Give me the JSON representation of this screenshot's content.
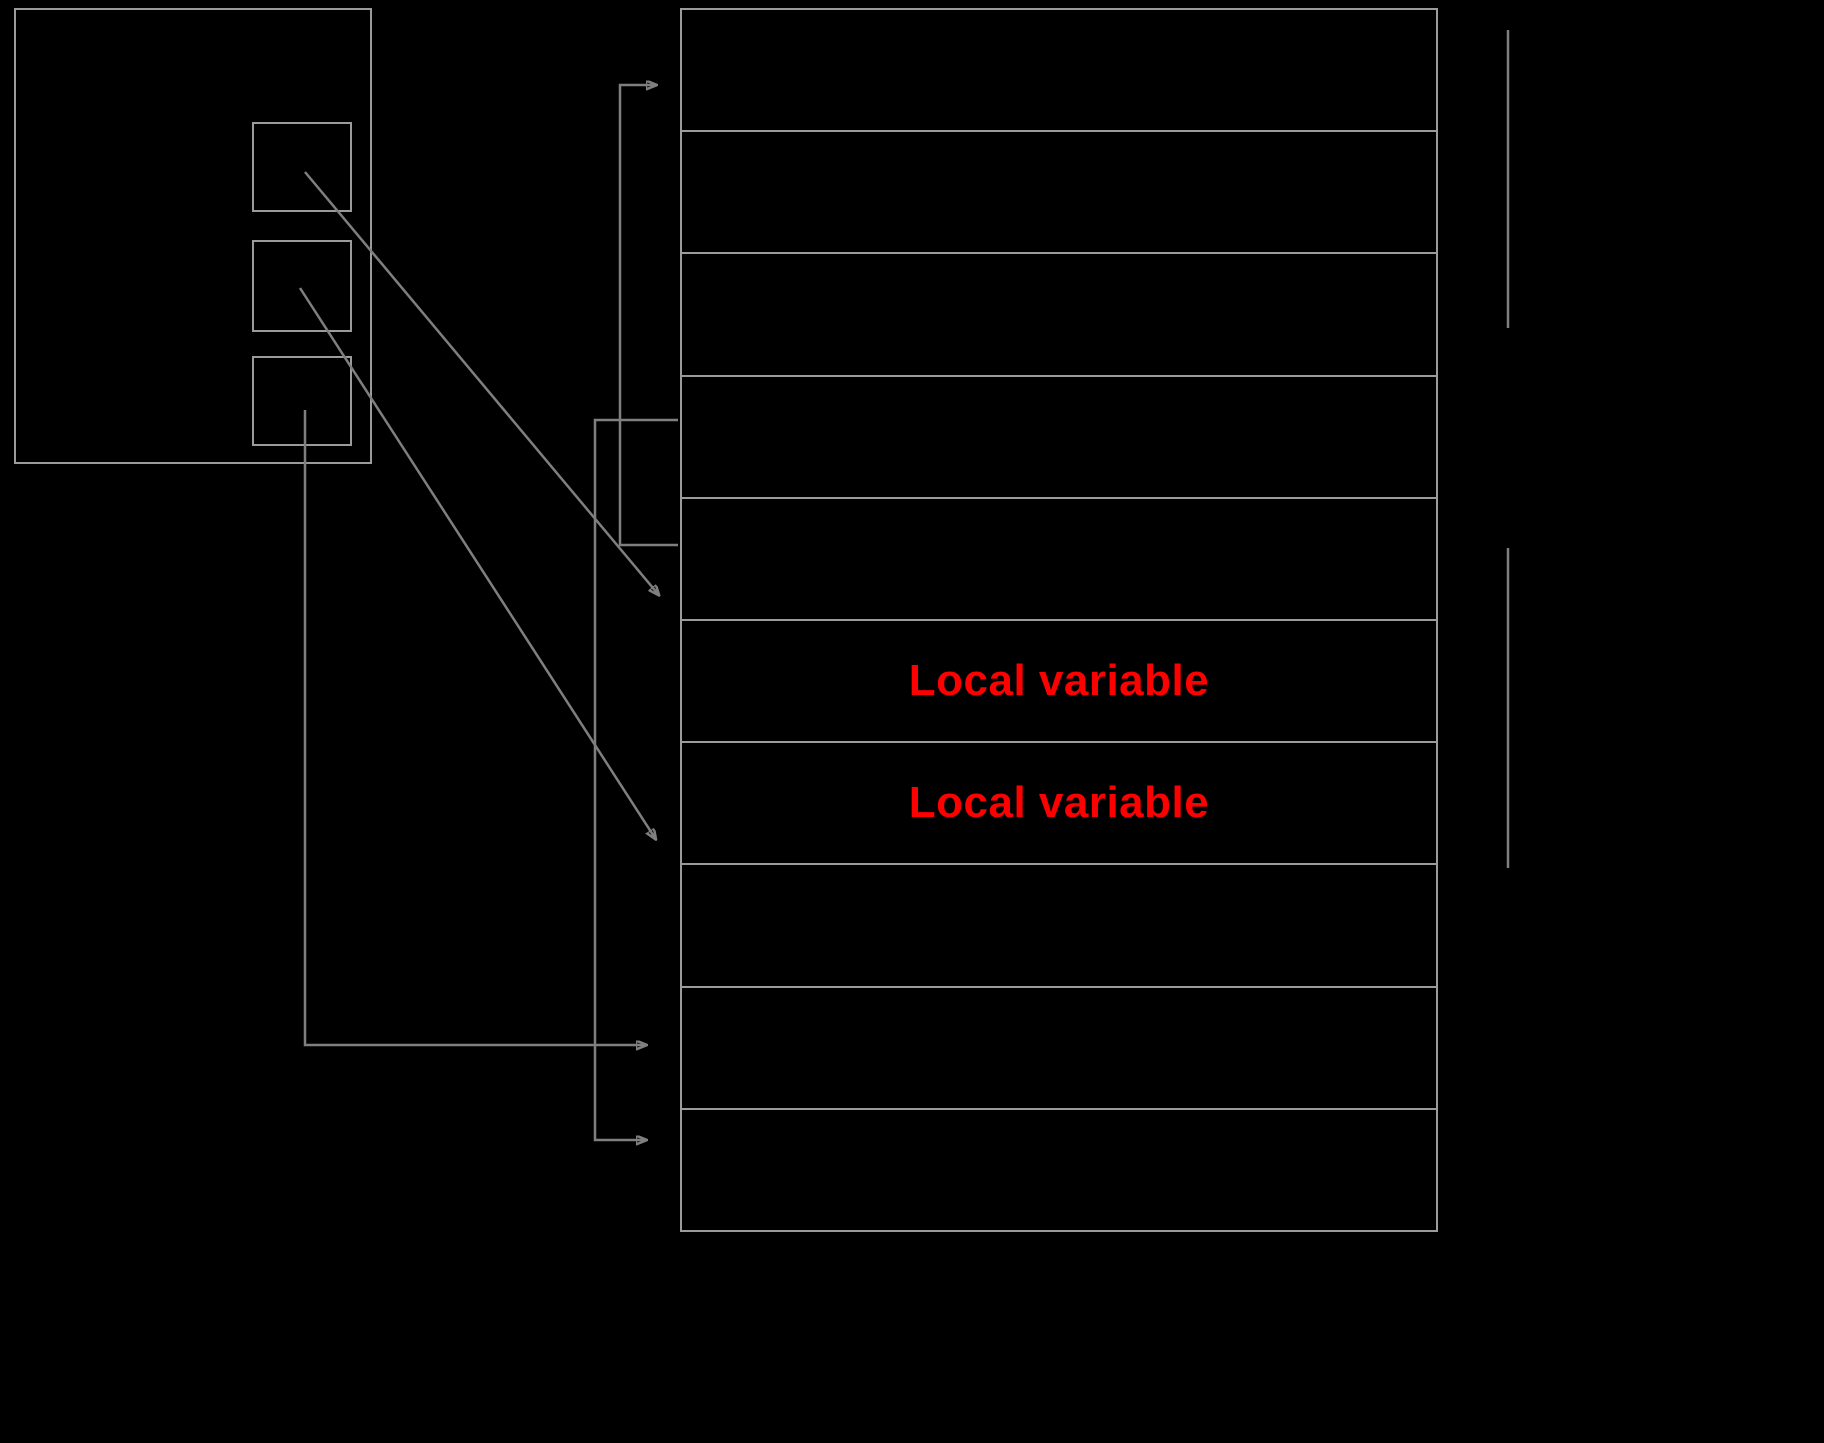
{
  "colors": {
    "background": "#000000",
    "box_border": "#9b9b9b",
    "arrow": "#7f7f7f",
    "local_label": "#ff0000"
  },
  "registers": {
    "count": 3
  },
  "stack": {
    "rows": [
      {
        "label": ""
      },
      {
        "label": ""
      },
      {
        "label": ""
      },
      {
        "label": ""
      },
      {
        "label": ""
      },
      {
        "label": "Local variable"
      },
      {
        "label": "Local variable"
      },
      {
        "label": ""
      },
      {
        "label": ""
      },
      {
        "label": ""
      }
    ]
  }
}
